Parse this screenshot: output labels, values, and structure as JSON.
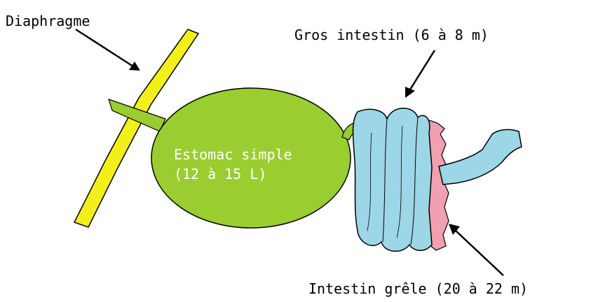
{
  "labels": {
    "diaphragm": "Diaphragme",
    "large_intestine": "Gros intestin (6 à 8 m)",
    "stomach_line1": "Estomac simple",
    "stomach_line2": "(12 à 15 L)",
    "small_intestine": "Intestin grêle (20 à 22 m)"
  },
  "colors": {
    "diaphragm": "#f2ef1a",
    "stomach": "#9acd2f",
    "large_intestine": "#9dd6e6",
    "small_intestine": "#f0a0b0",
    "outline": "#000000",
    "arrow": "#000000",
    "stomach_text": "#ffffff"
  }
}
